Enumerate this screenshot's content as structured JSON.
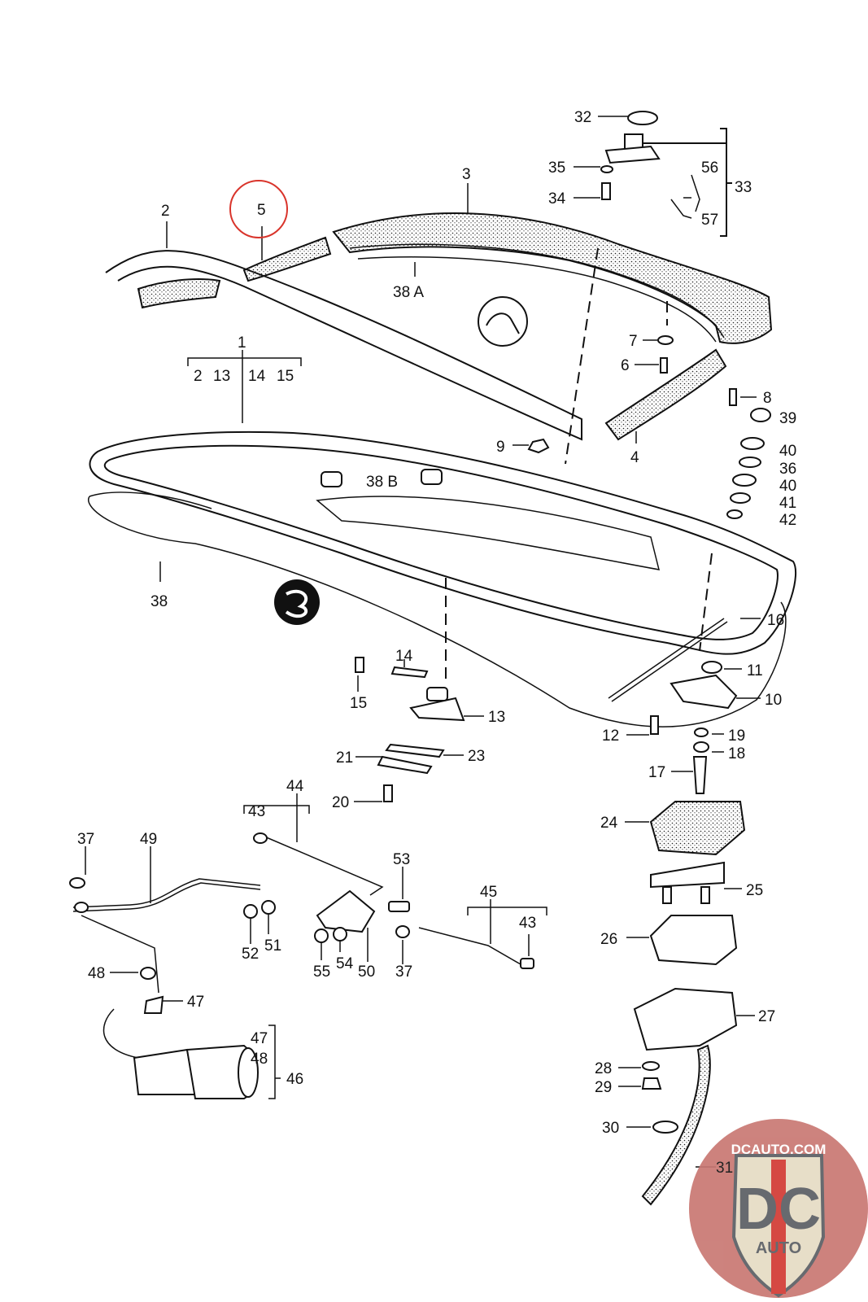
{
  "diagram": {
    "title": "Rear deck lid / engine cover seals and latch assembly parts diagram",
    "highlighted_part": "5",
    "highlight_color": "#d9342b",
    "labels": {
      "p1": "1",
      "p2": "2",
      "p3": "3",
      "p4": "4",
      "p5": "5",
      "p6": "6",
      "p7": "7",
      "p8": "8",
      "p9": "9",
      "p10": "10",
      "p11": "11",
      "p12": "12",
      "p13": "13",
      "p14": "14",
      "p15": "15",
      "p16": "16",
      "p17": "17",
      "p18": "18",
      "p19": "19",
      "p20": "20",
      "p21": "21",
      "p23": "23",
      "p24": "24",
      "p25": "25",
      "p26": "26",
      "p27": "27",
      "p28": "28",
      "p29": "29",
      "p30": "30",
      "p31": "31",
      "p32": "32",
      "p33": "33",
      "p34": "34",
      "p35": "35",
      "p36": "36",
      "p37a": "37",
      "p37b": "37",
      "p38": "38",
      "p38a": "38 A",
      "p38b": "38 B",
      "p39": "39",
      "p40a": "40",
      "p40b": "40",
      "p41": "41",
      "p42": "42",
      "p43a": "43",
      "p43b": "43",
      "p44": "44",
      "p45": "45",
      "p46": "46",
      "p47a": "47",
      "p47b": "47",
      "p48a": "48",
      "p48b": "48",
      "p49": "49",
      "p50": "50",
      "p51": "51",
      "p52": "52",
      "p53": "53",
      "p54": "54",
      "p55": "55",
      "p56": "56",
      "p57": "57",
      "g1_2": "2",
      "g1_13": "13",
      "g1_14": "14",
      "g1_15": "15"
    },
    "groups": [
      {
        "parent": "1",
        "children": [
          "2",
          "13",
          "14",
          "15"
        ]
      },
      {
        "parent": "33",
        "children": [
          "56",
          "57"
        ]
      },
      {
        "parent": "44",
        "children": [
          "43"
        ]
      },
      {
        "parent": "45",
        "children": [
          "43"
        ]
      },
      {
        "parent": "46",
        "children": [
          "47",
          "48"
        ]
      }
    ],
    "symbols": {
      "top_symbol": "adhesive-symbol",
      "bottom_symbol": "sealant-symbol"
    }
  },
  "watermark": {
    "site": "DCAUTO.COM",
    "brand_letters": "DC",
    "brand_word": "AUTO",
    "colors": {
      "circle": "#c97873",
      "shield": "#e6dcc4",
      "letters": "#5b5e63",
      "stripe": "#d23a34"
    }
  }
}
